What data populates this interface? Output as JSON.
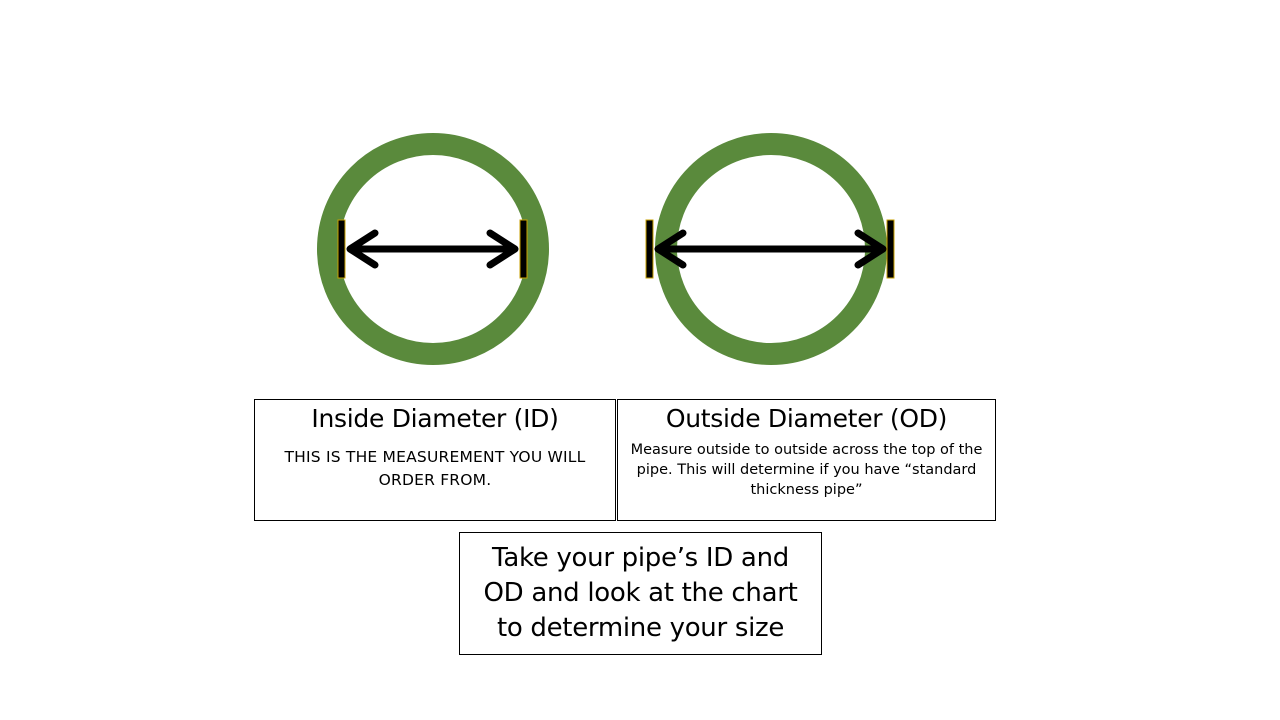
{
  "colors": {
    "pipe_fill": "#5a8a3c",
    "pipe_stroke": "#3f6b8f",
    "arrow": "#000000",
    "end_bar_border": "#c8a000",
    "box_border": "#000000"
  },
  "pipes": [
    {
      "label_key": "inside_diameter",
      "measure": "inside"
    },
    {
      "label_key": "outside_diameter",
      "measure": "outside"
    }
  ],
  "inside_box": {
    "title": "Inside Diameter (ID)",
    "description": "THIS IS THE MEASUREMENT YOU WILL ORDER FROM."
  },
  "outside_box": {
    "title": "Outside Diameter (OD)",
    "description": "Measure outside to outside across the top of the pipe. This will determine if you have “standard thickness pipe”"
  },
  "summary_box": {
    "text": "Take your pipe’s ID and OD and look at the chart to determine your size"
  }
}
